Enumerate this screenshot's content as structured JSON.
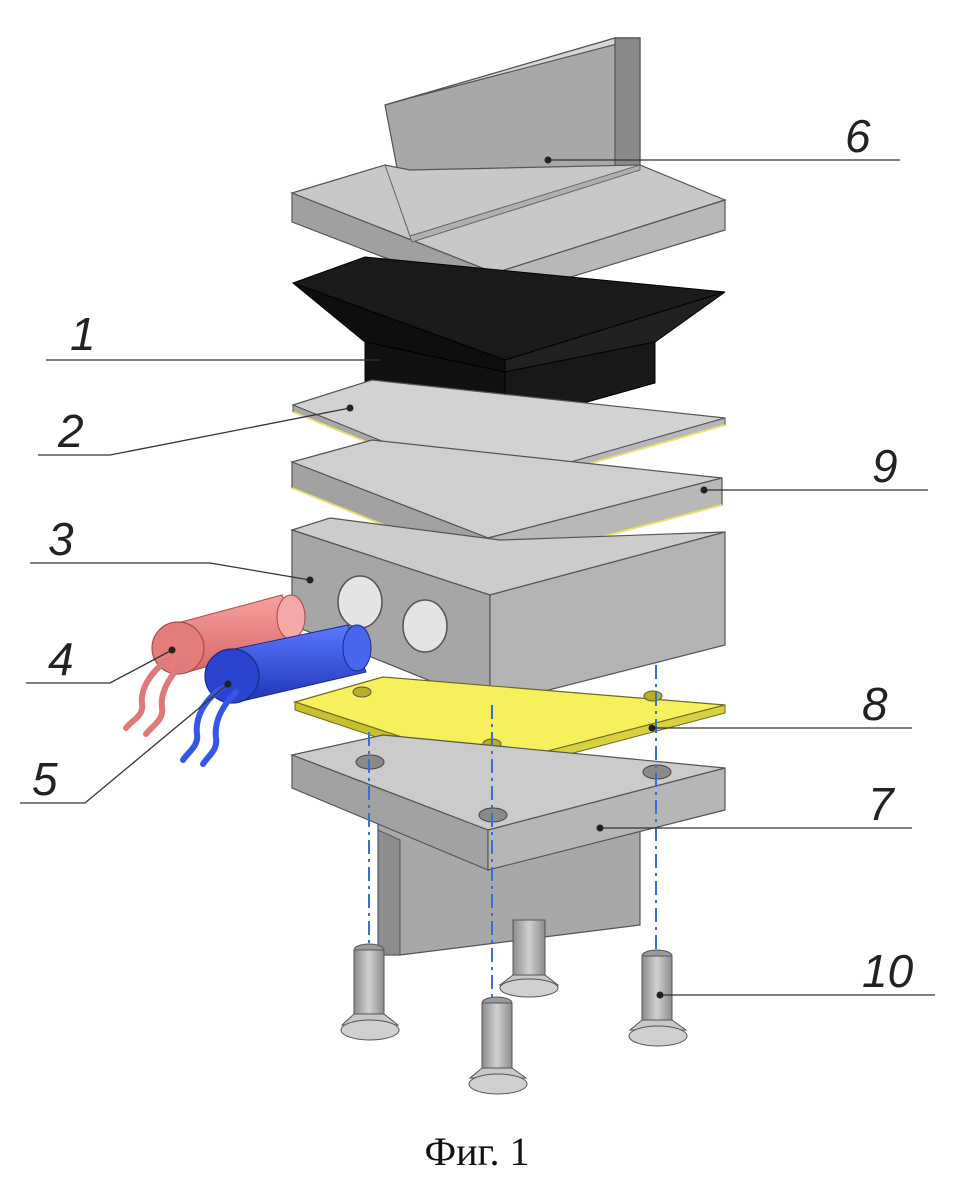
{
  "caption": "Фиг. 1",
  "callouts": {
    "c1": "1",
    "c2": "2",
    "c3": "3",
    "c4": "4",
    "c5": "5",
    "c6": "6",
    "c7": "7",
    "c8": "8",
    "c9": "9",
    "c10": "10"
  },
  "colors": {
    "metal_top": "#d4d4d4",
    "metal_front": "#aaaaaa",
    "metal_side": "#8e8e8e",
    "rubber": "#141414",
    "gasket_yellow": "#f4ef5a",
    "wire_red": "#f08080",
    "wire_blue": "#2f4fe0",
    "screw": "#b8b8b8",
    "dash_line": "#3a6fd0"
  }
}
